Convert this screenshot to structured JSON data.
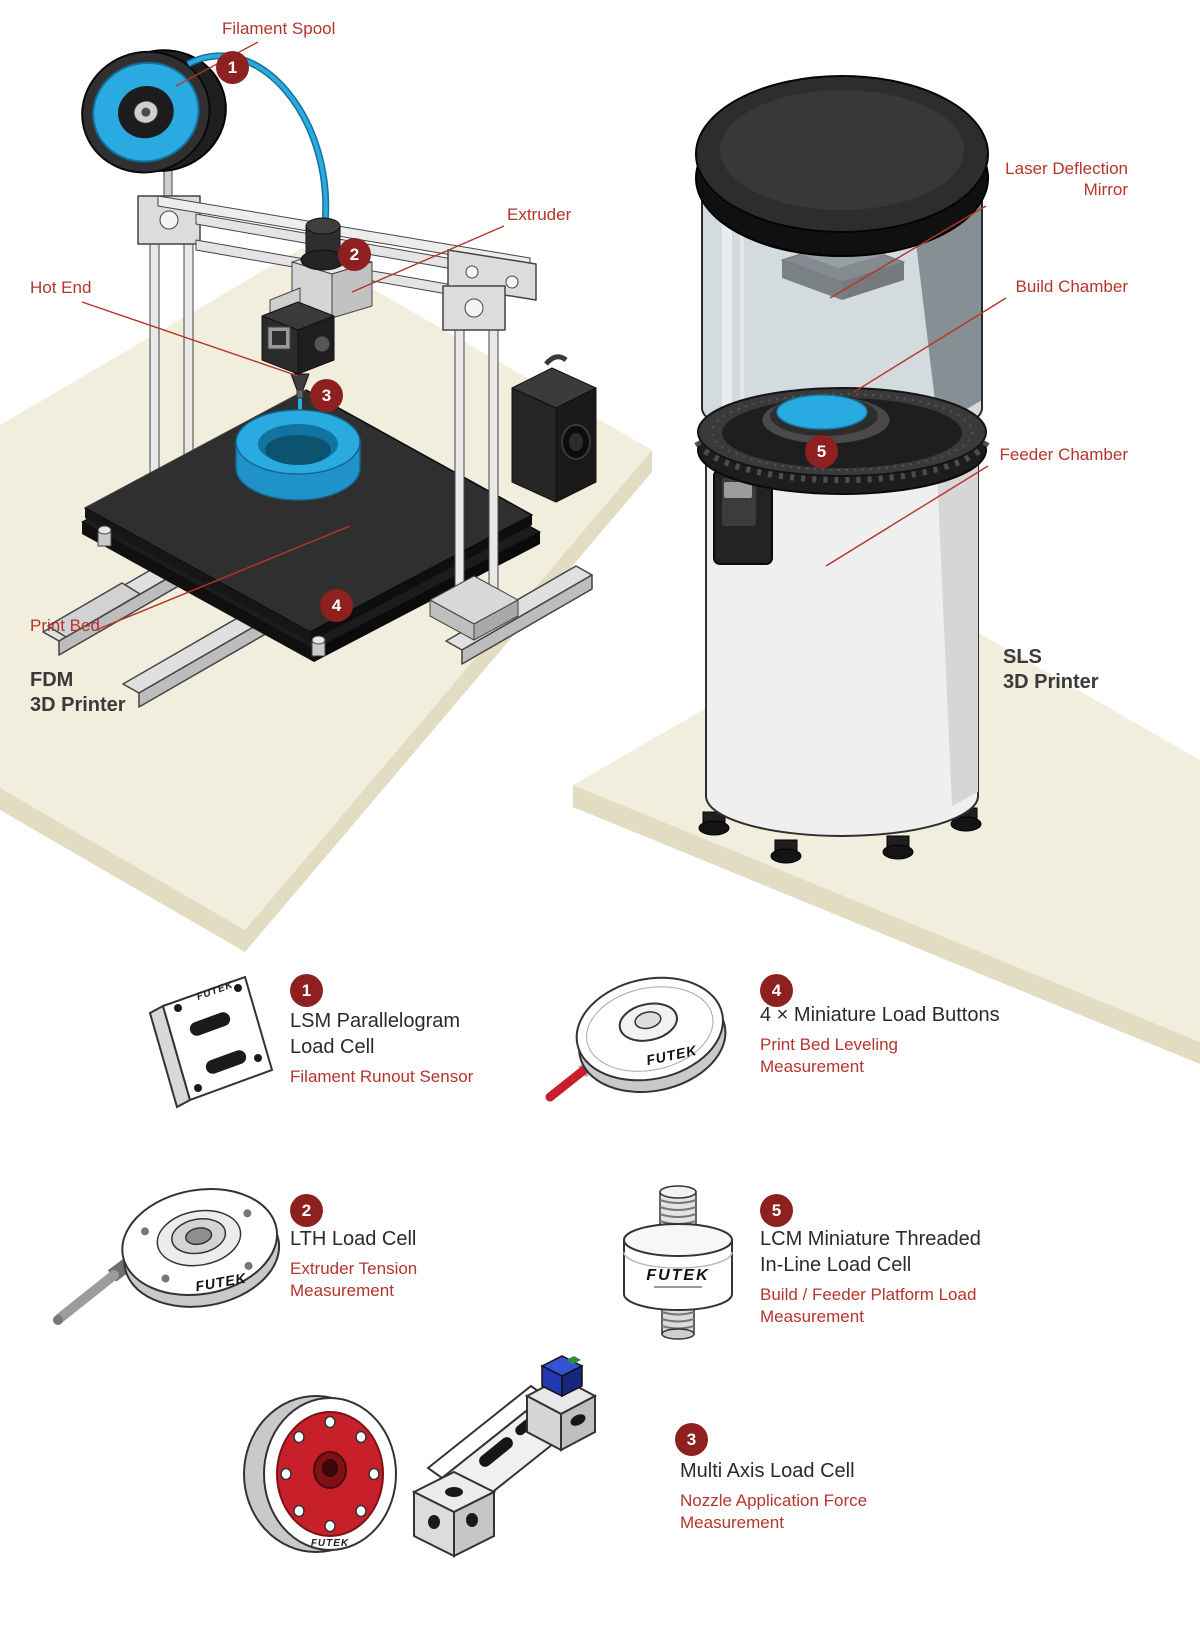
{
  "colors": {
    "accent": "#b5342b",
    "badge": "#8e2120",
    "cyan": "#29abe2",
    "platform": "#f2eedd",
    "red_product": "#c8202a"
  },
  "brand": "FUTEK",
  "fdm": {
    "title1": "FDM",
    "title2": "3D Printer",
    "callouts": {
      "filament_spool": {
        "num": "1",
        "label": "Filament Spool"
      },
      "extruder": {
        "num": "2",
        "label": "Extruder"
      },
      "hot_end": {
        "num": "3",
        "label": "Hot End"
      },
      "print_bed": {
        "num": "4",
        "label": "Print Bed"
      }
    }
  },
  "sls": {
    "title1": "SLS",
    "title2": "3D Printer",
    "callouts": {
      "laser_mirror": {
        "label1": "Laser Deflection",
        "label2": "Mirror"
      },
      "build_chamber": {
        "label": "Build Chamber"
      },
      "feeder_chamber": {
        "num": "5",
        "label": "Feeder Chamber"
      }
    }
  },
  "legend": {
    "items": [
      {
        "num": "1",
        "name1": "LSM Parallelogram",
        "name2": "Load Cell",
        "desc1": "Filament Runout Sensor",
        "desc2": ""
      },
      {
        "num": "4",
        "name1": "4 × Miniature Load Buttons",
        "name2": "",
        "desc1": "Print Bed Leveling",
        "desc2": "Measurement"
      },
      {
        "num": "2",
        "name1": "LTH Load Cell",
        "name2": "",
        "desc1": "Extruder Tension",
        "desc2": "Measurement"
      },
      {
        "num": "5",
        "name1": "LCM Miniature Threaded",
        "name2": "In-Line Load Cell",
        "desc1": "Build / Feeder Platform Load",
        "desc2": "Measurement"
      },
      {
        "num": "3",
        "name1": "Multi Axis Load Cell",
        "name2": "",
        "desc1": "Nozzle Application Force",
        "desc2": "Measurement"
      }
    ]
  }
}
